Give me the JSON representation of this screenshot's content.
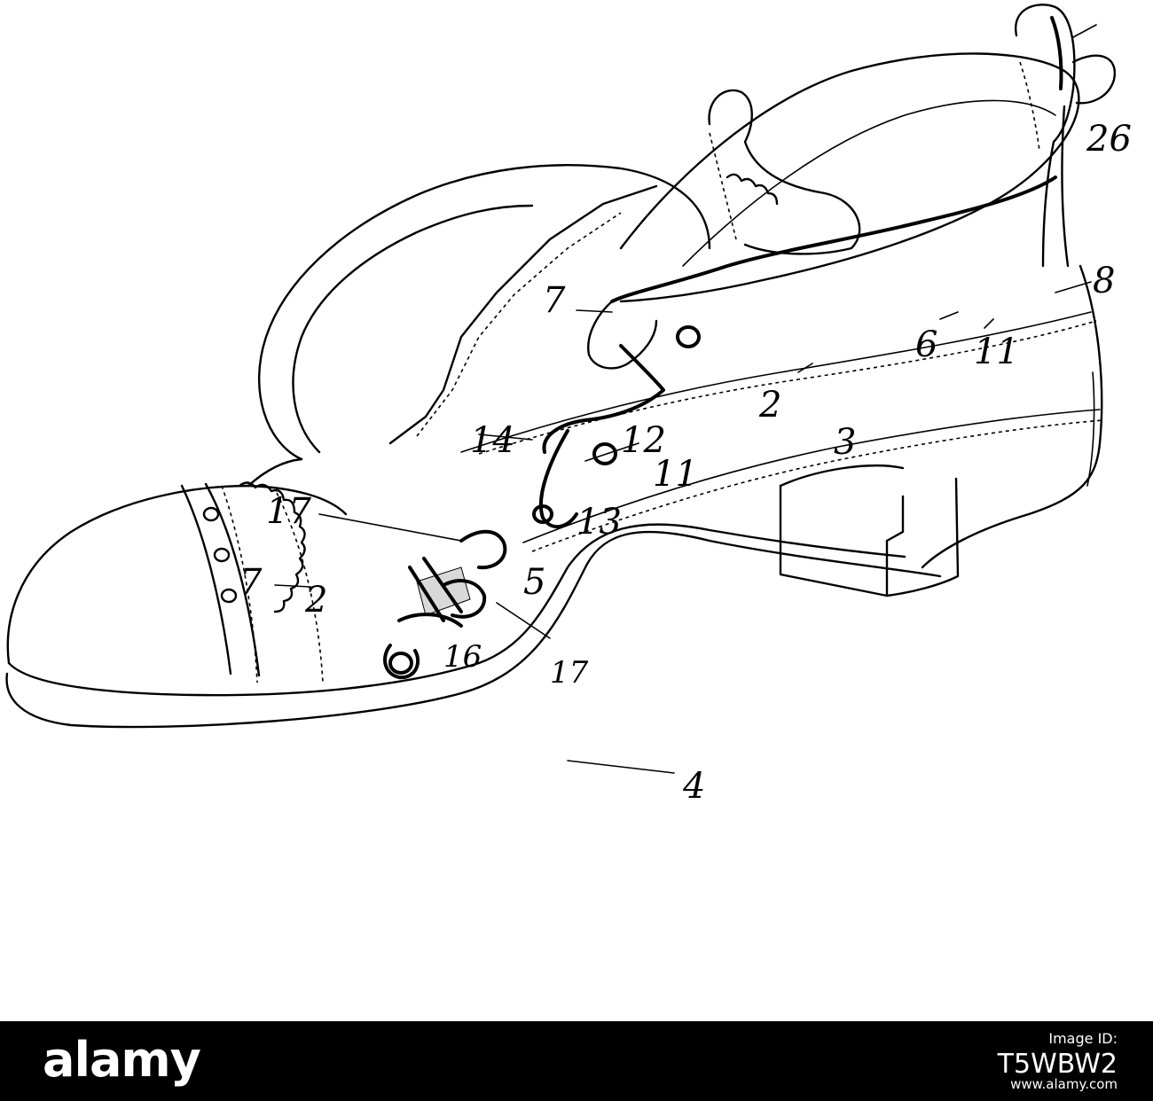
{
  "figure": {
    "reference_numerals": [
      "2",
      "3",
      "4",
      "5",
      "6",
      "7",
      "8",
      "11",
      "12",
      "13",
      "14",
      "16",
      "17",
      "26"
    ]
  },
  "footer": {
    "logo_text": "alamy",
    "image_id_label": "Image ID:",
    "image_id": "T5WBW2",
    "url": "www.alamy.com"
  }
}
